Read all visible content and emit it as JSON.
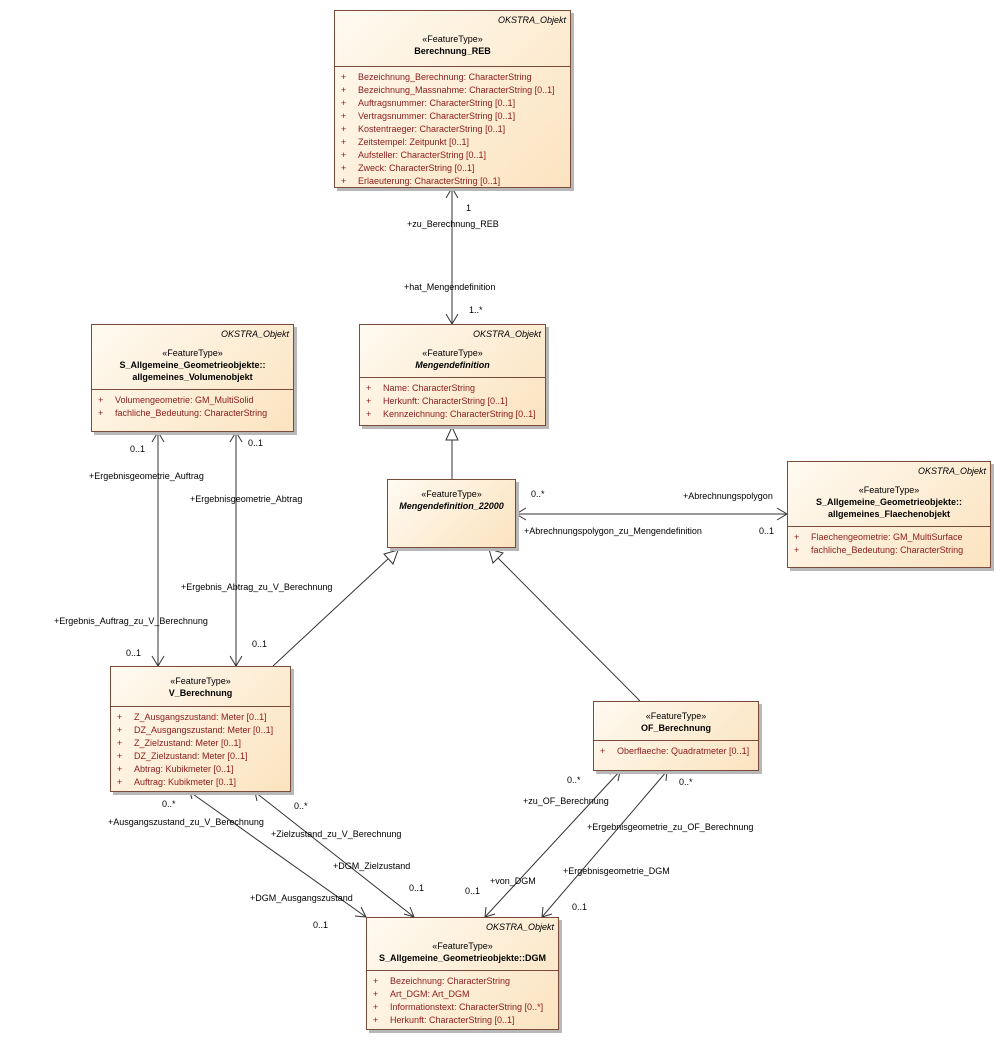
{
  "classes": {
    "reb": {
      "abstract": "OKSTRA_Objekt",
      "stereotype": "«FeatureType»",
      "name": "Berechnung_REB",
      "attrs": [
        "Bezeichnung_Berechnung: CharacterString",
        "Bezeichnung_Massnahme: CharacterString [0..1]",
        "Auftragsnummer: CharacterString [0..1]",
        "Vertragsnummer: CharacterString [0..1]",
        "Kostentraeger: CharacterString [0..1]",
        "Zeitstempel: Zeitpunkt [0..1]",
        "Aufsteller: CharacterString [0..1]",
        "Zweck: CharacterString [0..1]",
        "Erlaeuterung: CharacterString [0..1]"
      ]
    },
    "mengendef": {
      "abstract": "OKSTRA_Objekt",
      "stereotype": "«FeatureType»",
      "name": "Mengendefinition",
      "attrs": [
        "Name: CharacterString",
        "Herkunft: CharacterString [0..1]",
        "Kennzeichnung: CharacterString [0..1]"
      ]
    },
    "volumen": {
      "abstract": "OKSTRA_Objekt",
      "stereotype": "«FeatureType»",
      "name1": "S_Allgemeine_Geometrieobjekte::",
      "name2": "allgemeines_Volumenobjekt",
      "attrs": [
        "Volumengeometrie: GM_MultiSolid",
        "fachliche_Bedeutung: CharacterString"
      ]
    },
    "md22000": {
      "stereotype": "«FeatureType»",
      "name": "Mengendefinition_22000"
    },
    "flaeche": {
      "abstract": "OKSTRA_Objekt",
      "stereotype": "«FeatureType»",
      "name1": "S_Allgemeine_Geometrieobjekte::",
      "name2": "allgemeines_Flaechenobjekt",
      "attrs": [
        "Flaechengeometrie: GM_MultiSurface",
        "fachliche_Bedeutung: CharacterString"
      ]
    },
    "vber": {
      "stereotype": "«FeatureType»",
      "name": "V_Berechnung",
      "attrs": [
        "Z_Ausgangszustand: Meter [0..1]",
        "DZ_Ausgangszustand: Meter [0..1]",
        "Z_Zielzustand: Meter [0..1]",
        "DZ_Zielzustand: Meter [0..1]",
        "Abtrag: Kubikmeter [0..1]",
        "Auftrag: Kubikmeter [0..1]"
      ]
    },
    "ofber": {
      "stereotype": "«FeatureType»",
      "name": "OF_Berechnung",
      "attrs": [
        "Oberflaeche: Quadratmeter [0..1]"
      ]
    },
    "dgm": {
      "abstract": "OKSTRA_Objekt",
      "stereotype": "«FeatureType»",
      "name": "S_Allgemeine_Geometrieobjekte::DGM",
      "attrs": [
        "Bezeichnung: CharacterString",
        "Art_DGM: Art_DGM",
        "Informationstext: CharacterString [0..*]",
        "Herkunft: CharacterString [0..1]"
      ]
    }
  },
  "visibility": "+",
  "labels": {
    "m_reb_1": "1",
    "zu_ber_reb": "+zu_Berechnung_REB",
    "hat_mengendef": "+hat_Mengendefinition",
    "m_1n": "1..*",
    "m_vol_a": "0..1",
    "m_vol_b": "0..1",
    "erg_auftrag": "+Ergebnisgeometrie_Auftrag",
    "erg_abtrag": "+Ergebnisgeometrie_Abtrag",
    "erg_abtrag_zu_v": "+Ergebnis_Abtrag_zu_V_Berechnung",
    "erg_auftrag_zu_v": "+Ergebnis_Auftrag_zu_V_Berechnung",
    "m_v_a": "0..1",
    "m_v_b": "0..1",
    "m_md_0n": "0..*",
    "abr_polygon": "+Abrechnungspolygon",
    "abr_polygon_zu_md": "+Abrechnungspolygon_zu_Mengendefinition",
    "m_fl_01": "0..1",
    "m_v_0n_a": "0..*",
    "m_v_0n_b": "0..*",
    "ausg_zu_v": "+Ausgangszustand_zu_V_Berechnung",
    "ziel_zu_v": "+Zielzustand_zu_V_Berechnung",
    "dgm_ziel": "+DGM_Zielzustand",
    "dgm_ausg": "+DGM_Ausgangszustand",
    "m_dgm_01_a": "0..1",
    "m_dgm_01_b": "0..1",
    "m_of_0n_a": "0..*",
    "m_of_0n_b": "0..*",
    "zu_of_ber": "+zu_OF_Berechnung",
    "erg_zu_of": "+Ergebnisgeometrie_zu_OF_Berechnung",
    "erg_dgm": "+Ergebnisgeometrie_DGM",
    "von_dgm": "+von_DGM",
    "m_dgm_01_c": "0..1",
    "m_dgm_01_d": "0..1"
  }
}
